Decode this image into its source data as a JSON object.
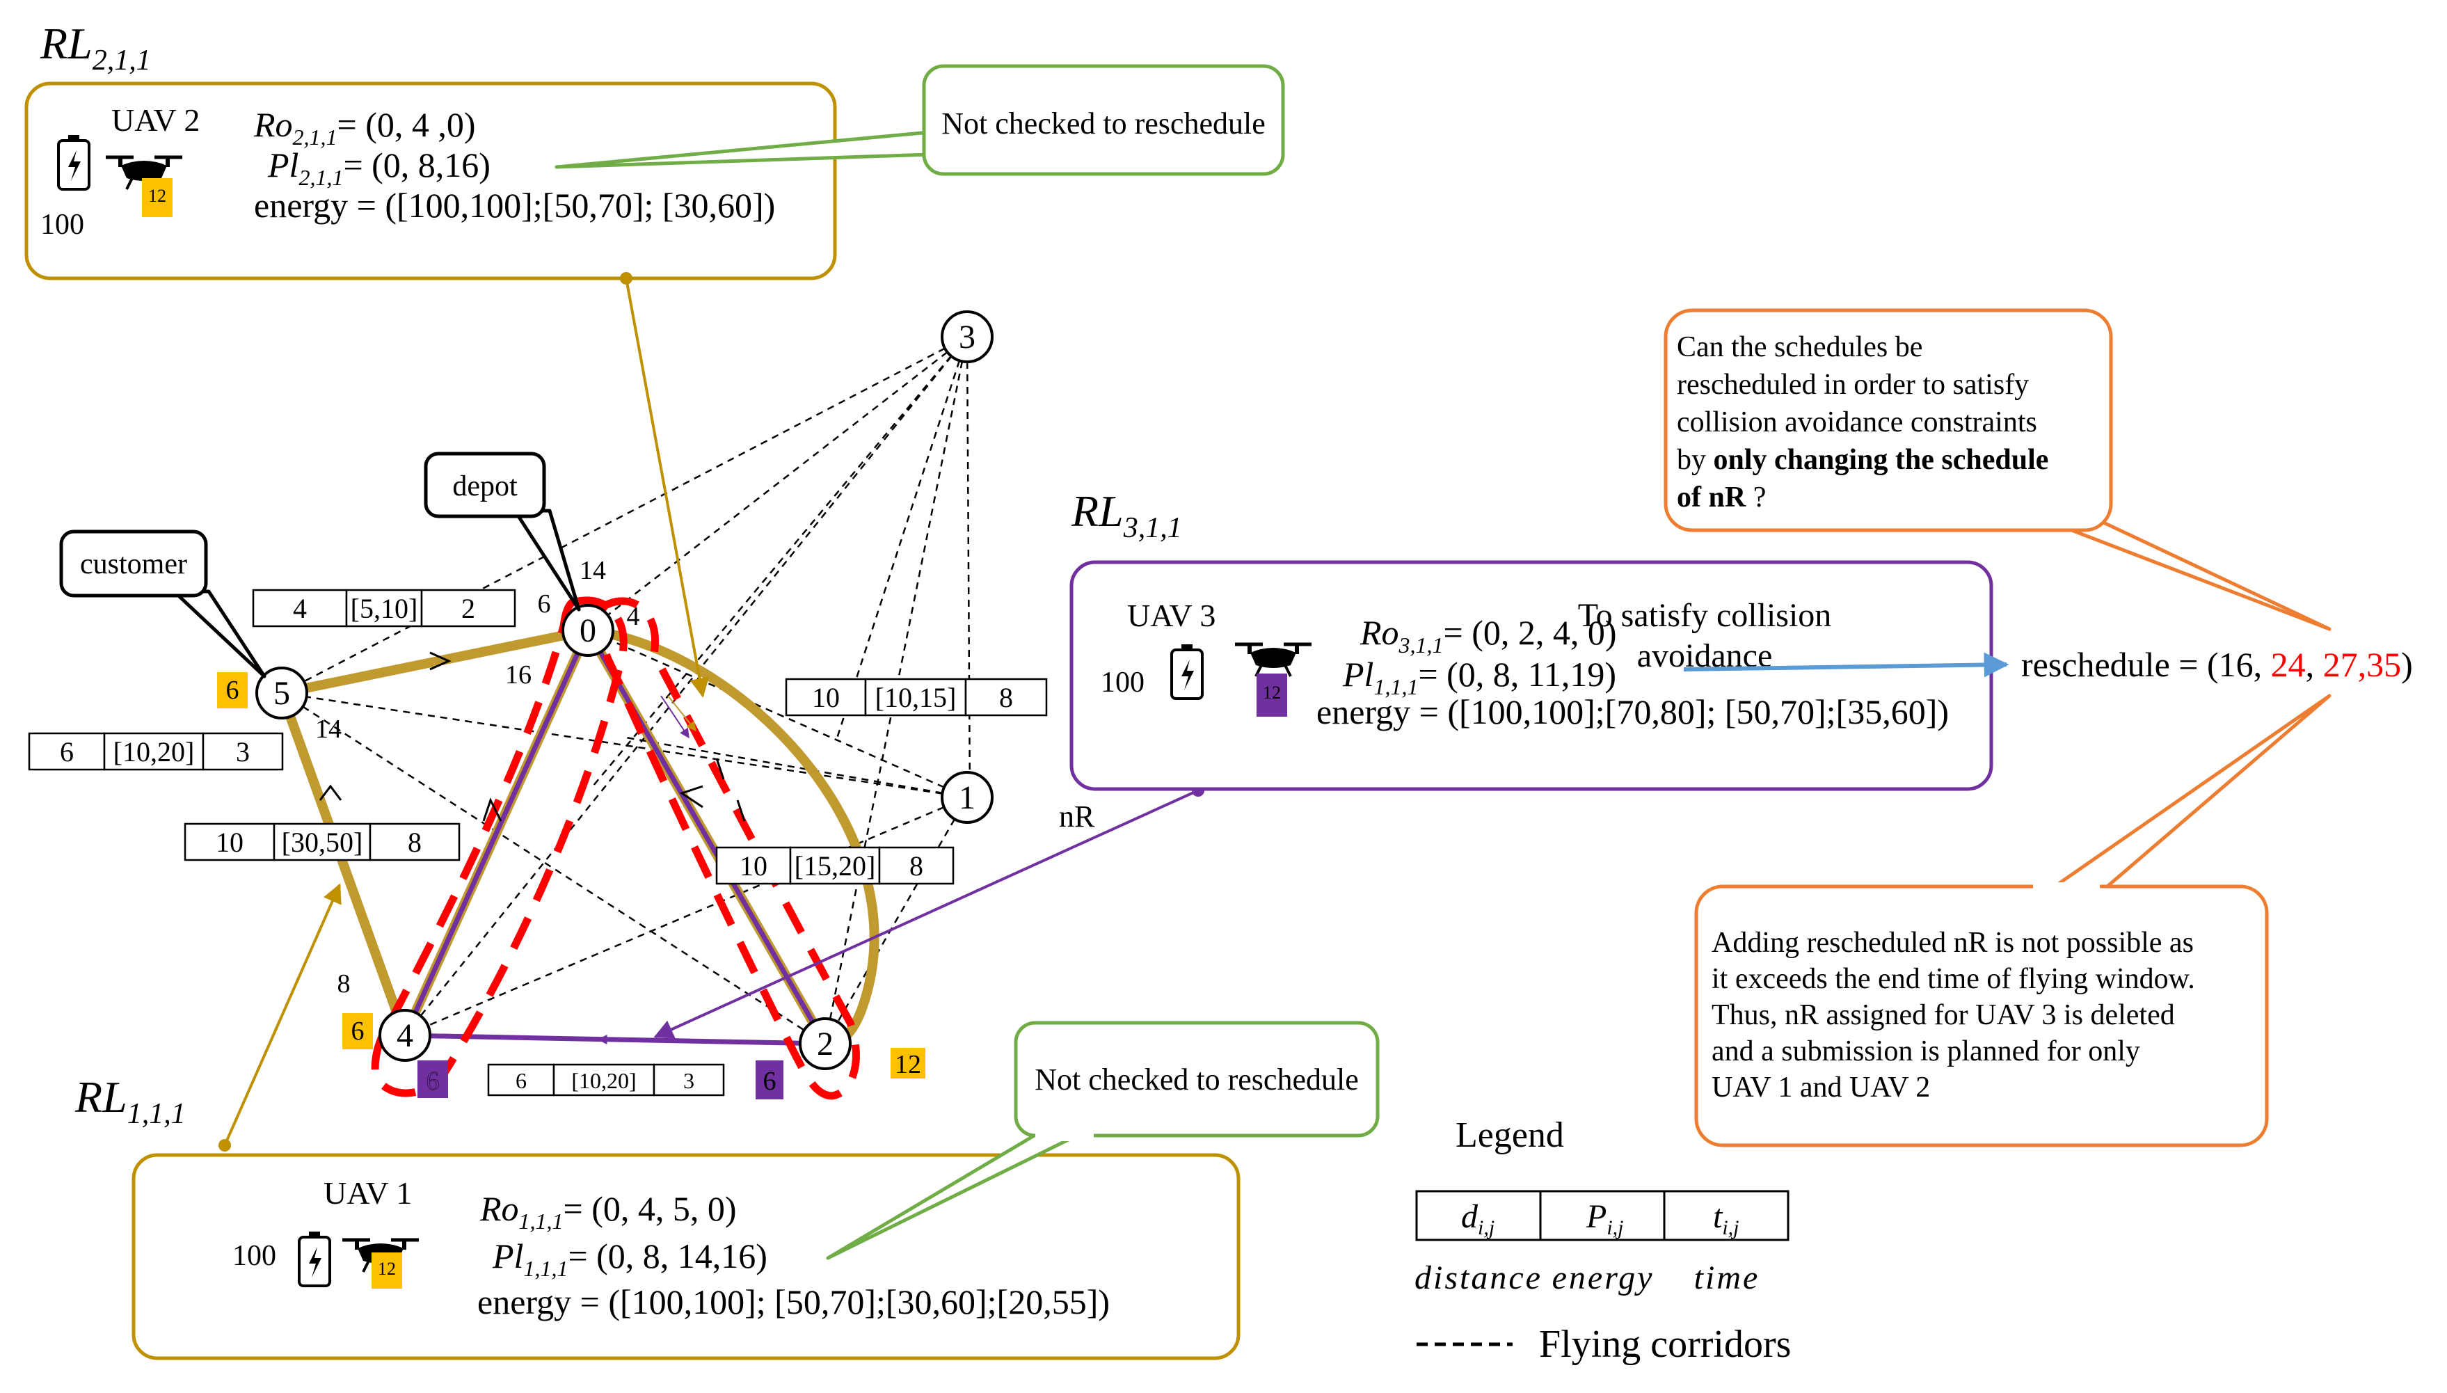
{
  "rl_labels": {
    "rl2": {
      "base": "RL",
      "sub": "2,1,1"
    },
    "rl3": {
      "base": "RL",
      "sub": "3,1,1"
    },
    "rl1": {
      "base": "RL",
      "sub": "1,1,1"
    }
  },
  "uav2_box": {
    "uav": "UAV 2",
    "battery": "100",
    "package": "12",
    "ro_lhs": "Ro",
    "ro_sub": "2,1,1",
    "ro_rhs": "= (0, 4 ,0)",
    "pl_lhs": "Pl",
    "pl_sub": "2,1,1",
    "pl_rhs": "= (0, 8,16)",
    "energy": "energy = ([100,100];[50,70]; [30,60])"
  },
  "uav3_box": {
    "uav": "UAV 3",
    "battery": "100",
    "package": "12",
    "ro_lhs": "Ro",
    "ro_sub": "3,1,1",
    "ro_rhs": "= (0, 2, 4, 0)",
    "pl_lhs": "Pl",
    "pl_sub": "1,1,1",
    "pl_rhs": "= (0, 8, 11,19)",
    "energy": "energy = ([100,100];[70,80]; [50,70];[35,60])",
    "satisfy_1": "To satisfy collision",
    "satisfy_2": "avoidance"
  },
  "uav1_box": {
    "uav": "UAV 1",
    "battery": "100",
    "package": "12",
    "ro_lhs": "Ro",
    "ro_sub": "1,1,1",
    "ro_rhs": "= (0, 4, 5, 0)",
    "pl_lhs": "Pl",
    "pl_sub": "1,1,1",
    "pl_rhs": "= (0, 8, 14,16)",
    "energy": "energy = ([100,100]; [50,70];[30,60];[20,55])"
  },
  "callouts": {
    "not_checked_top": "Not checked to reschedule",
    "not_checked_bottom": "Not checked to reschedule",
    "depot": "depot",
    "customer": "customer",
    "question_lines": [
      "Can the schedules be",
      "rescheduled in order to satisfy",
      "collision avoidance constraints"
    ],
    "question_by": "by ",
    "question_bold_a": "only changing the schedule",
    "question_bold_b": "of nR",
    "question_end": " ?",
    "result_lines": [
      "Adding rescheduled nR is not possible as",
      "it exceeds the end time of flying window.",
      "Thus, nR assigned for UAV 3 is deleted",
      "and a submission is planned for only",
      "UAV 1 and UAV 2"
    ]
  },
  "reschedule": {
    "prefix": "reschedule = (16, ",
    "red_a": "24",
    "sep": ", ",
    "red_b": "27,35",
    "suffix": ")"
  },
  "nr_label": "nR",
  "nodes": [
    "0",
    "1",
    "2",
    "3",
    "4",
    "5"
  ],
  "edge_tables": [
    [
      "4",
      "[5,10]",
      "2"
    ],
    [
      "6",
      "[10,20]",
      "3"
    ],
    [
      "10",
      "[30,50]",
      "8"
    ],
    [
      "10",
      "[10,15]",
      "8"
    ],
    [
      "10",
      "[15,20]",
      "8"
    ],
    [
      "6",
      "[10,20]",
      "3"
    ]
  ],
  "edge_numbers": {
    "n14_top": "14",
    "n4": "4",
    "n16": "16",
    "n14_left": "14",
    "n8": "8",
    "n6": "6"
  },
  "demands": {
    "d5": "6",
    "d4": "6",
    "d2": "12",
    "p4": "6",
    "p2": "6"
  },
  "legend": {
    "title": "Legend",
    "cells": [
      "d",
      "P",
      "t"
    ],
    "cell_subs": [
      "i,j",
      "i,j",
      "i,j"
    ],
    "captions": [
      "distance",
      "energy",
      "time"
    ],
    "corridor": "Flying corridors"
  },
  "colors": {
    "gold": "#bf9000",
    "route_gold": "#c09a2e",
    "purple": "#7030a0",
    "green": "#70ad47",
    "orange": "#ed7d31",
    "red": "#ff0000",
    "blue": "#5b9bd5",
    "yellow": "#ffc000"
  }
}
